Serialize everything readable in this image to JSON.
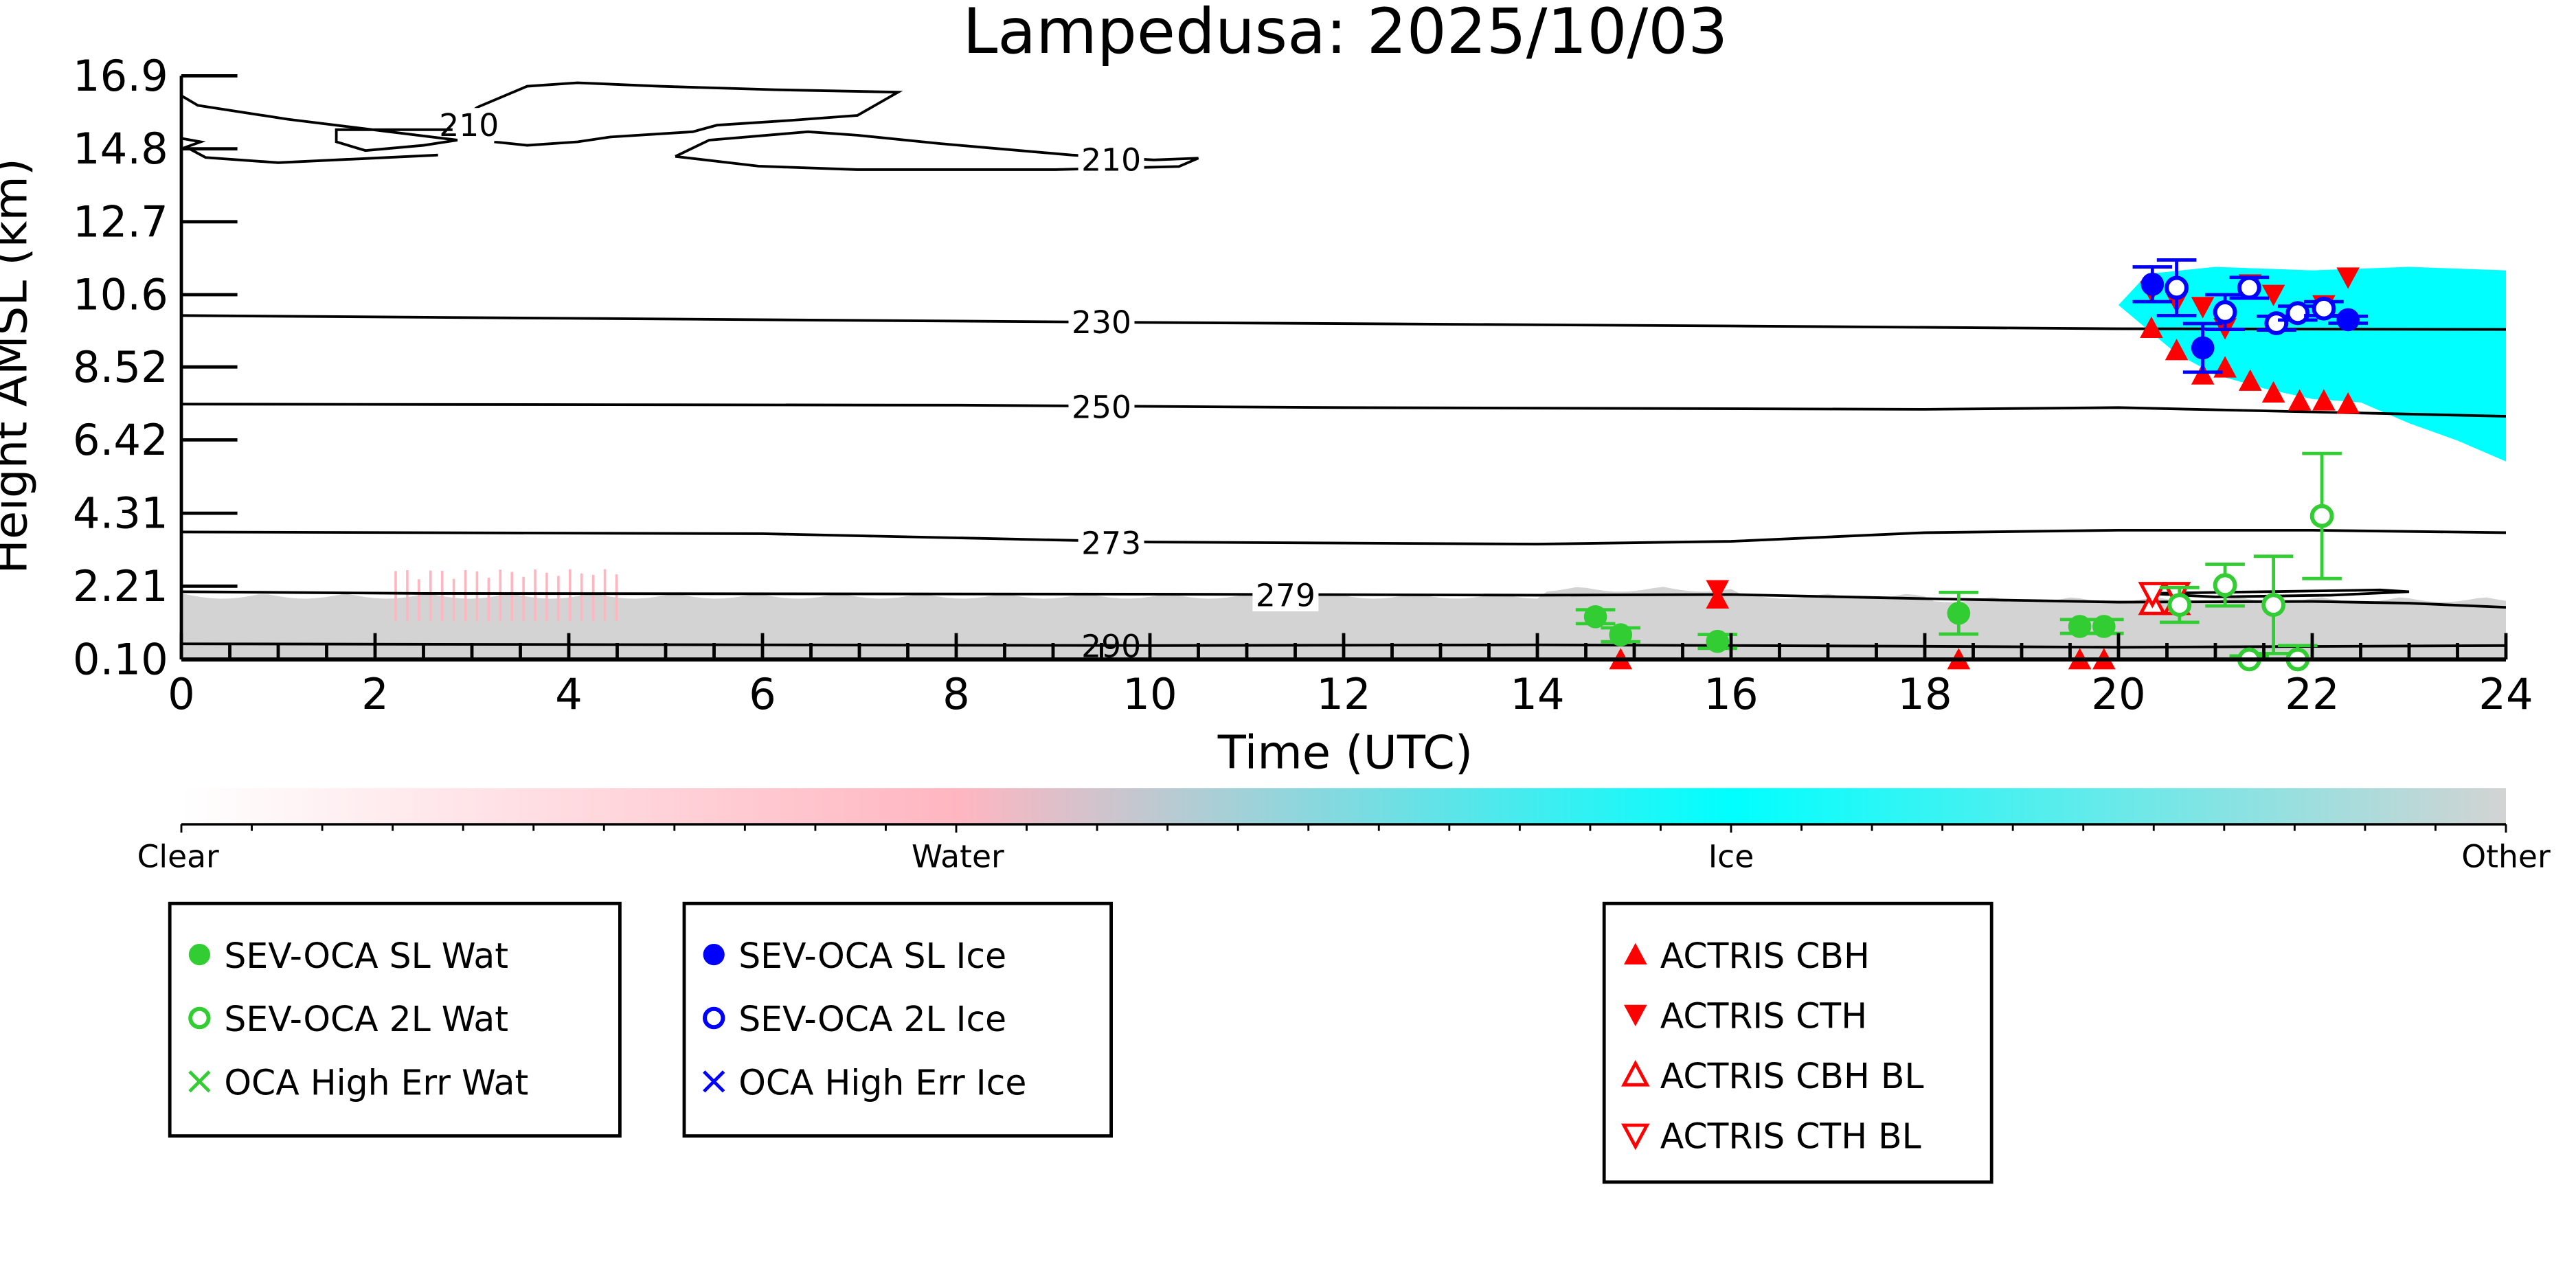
{
  "chart_data": {
    "type": "scatter",
    "title": "Lampedusa: 2025/10/03",
    "xlabel": "Time (UTC)",
    "ylabel": "Height AMSL (km)",
    "xlim": [
      0,
      24
    ],
    "ylim": [
      0.1,
      16.9
    ],
    "xticks": [
      "0",
      "2",
      "4",
      "6",
      "8",
      "10",
      "12",
      "14",
      "16",
      "18",
      "20",
      "22",
      "24"
    ],
    "yticks": [
      "0.10",
      "2.21",
      "4.31",
      "6.42",
      "8.52",
      "10.6",
      "12.7",
      "14.8",
      "16.9"
    ],
    "colorbar": {
      "labels": [
        "Clear",
        "Water",
        "Ice",
        "Other"
      ],
      "colors": [
        "#ffffff",
        "#ffb6c1",
        "#00ffff",
        "#d3d3d3"
      ]
    },
    "background_classes": {
      "other_layer_top_km": 2.0,
      "ice_region": [
        [
          20.0,
          10.3
        ],
        [
          20.3,
          11.2
        ],
        [
          21,
          11.4
        ],
        [
          22,
          11.3
        ],
        [
          23,
          11.4
        ],
        [
          24,
          11.3
        ],
        [
          24,
          5.8
        ],
        [
          23.5,
          6.4
        ],
        [
          23,
          6.9
        ],
        [
          22.5,
          7.5
        ],
        [
          22,
          7.6
        ],
        [
          21.5,
          7.9
        ],
        [
          21,
          8.3
        ],
        [
          20.6,
          8.9
        ],
        [
          20.3,
          9.6
        ],
        [
          20.0,
          10.3
        ]
      ]
    },
    "contours": [
      {
        "label": "210",
        "label_at": [
          2.97,
          15.5
        ],
        "points": [
          [
            2.9,
            15.7
          ],
          [
            3.06,
            16.0
          ],
          [
            3.57,
            16.6
          ],
          [
            4.09,
            16.7
          ],
          [
            4.94,
            16.6
          ],
          [
            6.13,
            16.5
          ],
          [
            7.4,
            16.43
          ],
          [
            6.98,
            15.76
          ],
          [
            6.3,
            15.62
          ],
          [
            5.53,
            15.48
          ],
          [
            5.28,
            15.29
          ],
          [
            4.43,
            15.14
          ],
          [
            4.09,
            15.0
          ],
          [
            3.57,
            14.9
          ],
          [
            3.23,
            15.0
          ]
        ]
      },
      {
        "label": "",
        "label_at": null,
        "points": [
          [
            0,
            16.33
          ],
          [
            0.17,
            16.05
          ],
          [
            1.1,
            15.65
          ],
          [
            2.85,
            15.05
          ],
          [
            2.5,
            14.9
          ],
          [
            1.9,
            14.75
          ],
          [
            1.6,
            15.0
          ],
          [
            1.6,
            15.35
          ],
          [
            2.8,
            15.35
          ]
        ]
      },
      {
        "label": "",
        "label_at": null,
        "points": [
          [
            0,
            15.1
          ],
          [
            0.2,
            15.0
          ],
          [
            0.05,
            14.85
          ],
          [
            0.25,
            14.55
          ],
          [
            1.0,
            14.4
          ],
          [
            2.65,
            14.62
          ]
        ]
      },
      {
        "label": "210",
        "label_at": [
          9.6,
          14.5
        ],
        "points": [
          [
            5.1,
            14.58
          ],
          [
            5.45,
            15.05
          ],
          [
            6.47,
            15.29
          ],
          [
            6.98,
            15.19
          ],
          [
            7.83,
            14.95
          ],
          [
            9.19,
            14.62
          ],
          [
            10.04,
            14.48
          ],
          [
            10.5,
            14.53
          ],
          [
            10.3,
            14.29
          ],
          [
            9.02,
            14.2
          ],
          [
            6.98,
            14.2
          ],
          [
            5.96,
            14.3
          ],
          [
            5.1,
            14.58
          ]
        ]
      },
      {
        "label": "230",
        "label_at": [
          9.5,
          9.82
        ],
        "points": [
          [
            0,
            10.0
          ],
          [
            4,
            9.92
          ],
          [
            10,
            9.8
          ],
          [
            16,
            9.7
          ],
          [
            20,
            9.62
          ],
          [
            24,
            9.6
          ]
        ]
      },
      {
        "label": "250",
        "label_at": [
          9.5,
          7.38
        ],
        "points": [
          [
            0,
            7.45
          ],
          [
            8,
            7.42
          ],
          [
            12,
            7.35
          ],
          [
            18,
            7.3
          ],
          [
            20,
            7.35
          ],
          [
            24,
            7.1
          ]
        ]
      },
      {
        "label": "273",
        "label_at": [
          9.6,
          3.47
        ],
        "points": [
          [
            0,
            3.77
          ],
          [
            6,
            3.72
          ],
          [
            10,
            3.48
          ],
          [
            14,
            3.42
          ],
          [
            16,
            3.5
          ],
          [
            18,
            3.75
          ],
          [
            20,
            3.82
          ],
          [
            22,
            3.82
          ],
          [
            24,
            3.75
          ]
        ]
      },
      {
        "label": "279",
        "label_at": [
          11.4,
          1.96
        ],
        "points": [
          [
            0,
            2.05
          ],
          [
            2.5,
            2.0
          ],
          [
            10,
            1.98
          ],
          [
            14,
            1.95
          ],
          [
            16,
            1.97
          ],
          [
            18,
            1.85
          ],
          [
            20,
            1.75
          ],
          [
            22,
            1.77
          ],
          [
            23,
            1.72
          ],
          [
            24,
            1.6
          ]
        ]
      },
      {
        "label": "",
        "label_at": null,
        "points": [
          [
            20.3,
            2.0
          ],
          [
            21.5,
            2.05
          ],
          [
            22.7,
            2.1
          ],
          [
            23,
            2.05
          ],
          [
            22.2,
            1.95
          ],
          [
            21,
            1.9
          ],
          [
            20.3,
            2.0
          ]
        ]
      },
      {
        "label": "290",
        "label_at": [
          9.6,
          0.5
        ],
        "points": [
          [
            0,
            0.55
          ],
          [
            6,
            0.52
          ],
          [
            10,
            0.5
          ],
          [
            14,
            0.52
          ],
          [
            18,
            0.48
          ],
          [
            20,
            0.45
          ],
          [
            24,
            0.5
          ]
        ]
      }
    ],
    "series": [
      {
        "name": "SEV-OCA SL Wat",
        "marker": "circle-filled",
        "color": "#32cd32",
        "points": [
          [
            14.6,
            1.33,
            0.2
          ],
          [
            14.86,
            0.81,
            0.2
          ],
          [
            15.86,
            0.62,
            0.2
          ],
          [
            18.35,
            1.43,
            0.6
          ],
          [
            19.6,
            1.05,
            0.2
          ],
          [
            19.85,
            1.05,
            0.2
          ]
        ]
      },
      {
        "name": "SEV-OCA 2L Wat",
        "marker": "circle-open",
        "color": "#32cd32",
        "points": [
          [
            20.63,
            1.67,
            0.5
          ],
          [
            21.1,
            2.24,
            0.6
          ],
          [
            21.6,
            1.67,
            1.4
          ],
          [
            22.1,
            4.23,
            1.8
          ],
          [
            21.35,
            0.1,
            0.1
          ],
          [
            21.85,
            0.1,
            0.4
          ]
        ]
      },
      {
        "name": "OCA High Err Wat",
        "marker": "x",
        "color": "#32cd32",
        "points": []
      },
      {
        "name": "SEV-OCA SL Ice",
        "marker": "circle-filled",
        "color": "#0000ff",
        "points": [
          [
            20.35,
            10.9,
            0.5
          ],
          [
            20.87,
            9.07,
            0.7
          ],
          [
            22.37,
            9.88,
            0.1
          ]
        ]
      },
      {
        "name": "SEV-OCA 2L Ice",
        "marker": "circle-open",
        "color": "#0000ff",
        "points": [
          [
            20.6,
            10.8,
            0.8
          ],
          [
            21.1,
            10.1,
            0.5
          ],
          [
            21.35,
            10.8,
            0.3
          ],
          [
            21.63,
            9.78,
            0.2
          ],
          [
            21.85,
            10.07,
            0.2
          ],
          [
            22.12,
            10.2,
            0.2
          ]
        ]
      },
      {
        "name": "OCA High Err Ice",
        "marker": "x",
        "color": "#0000ff",
        "points": []
      },
      {
        "name": "ACTRIS CBH",
        "marker": "triangle-up-filled",
        "color": "#ff0000",
        "points": [
          [
            20.34,
            9.64
          ],
          [
            20.6,
            9.0
          ],
          [
            20.87,
            8.3
          ],
          [
            21.1,
            8.5
          ],
          [
            21.36,
            8.12
          ],
          [
            21.6,
            7.78
          ],
          [
            21.87,
            7.55
          ],
          [
            22.12,
            7.55
          ],
          [
            22.37,
            7.46
          ],
          [
            15.86,
            1.85
          ],
          [
            14.86,
            0.1
          ],
          [
            18.35,
            0.1
          ],
          [
            19.6,
            0.1
          ],
          [
            19.85,
            0.1
          ]
        ]
      },
      {
        "name": "ACTRIS CTH",
        "marker": "triangle-down-filled",
        "color": "#ff0000",
        "points": [
          [
            20.34,
            10.7
          ],
          [
            20.6,
            10.4
          ],
          [
            20.87,
            10.25
          ],
          [
            21.1,
            9.64
          ],
          [
            21.36,
            10.9
          ],
          [
            21.6,
            10.6
          ],
          [
            22.12,
            10.3
          ],
          [
            22.37,
            11.1
          ],
          [
            15.86,
            2.1
          ]
        ]
      },
      {
        "name": "ACTRIS CBH BL",
        "marker": "triangle-up-open",
        "color": "#ff0000",
        "points": [
          [
            20.35,
            1.71
          ],
          [
            20.6,
            1.71
          ]
        ]
      },
      {
        "name": "ACTRIS CTH BL",
        "marker": "triangle-down-open",
        "color": "#ff0000",
        "points": [
          [
            20.35,
            2.0
          ],
          [
            20.6,
            2.0
          ]
        ]
      }
    ]
  }
}
